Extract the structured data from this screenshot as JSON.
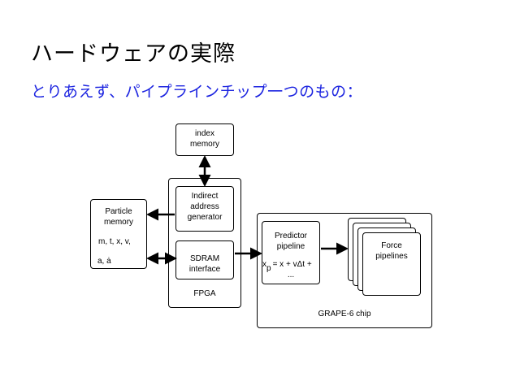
{
  "page": {
    "title": "ハードウェアの実際",
    "subtitle": "とりあえず、パイプラインチップ一つのもの："
  },
  "diagram": {
    "index_memory": [
      "index",
      "memory"
    ],
    "particle_memory": {
      "title": [
        "Particle",
        "memory"
      ],
      "vars1": "m, t, x, v,",
      "vars2": "a, ȧ"
    },
    "indirect_address_generator": [
      "Indirect",
      "address",
      "generator"
    ],
    "sdram_interface": [
      "SDRAM",
      "interface"
    ],
    "fpga_label": "FPGA",
    "predictor_pipeline": {
      "title": [
        "Predictor",
        "pipeline"
      ],
      "formula": "x_p = x + vΔt + ...",
      "formula_lhs": "x",
      "formula_sub": "p",
      "formula_rhs": "=  x + vΔt +",
      "formula_cont": "..."
    },
    "force_pipelines": [
      "Force",
      "pipelines"
    ],
    "grape_chip_label": "GRAPE-6 chip"
  }
}
